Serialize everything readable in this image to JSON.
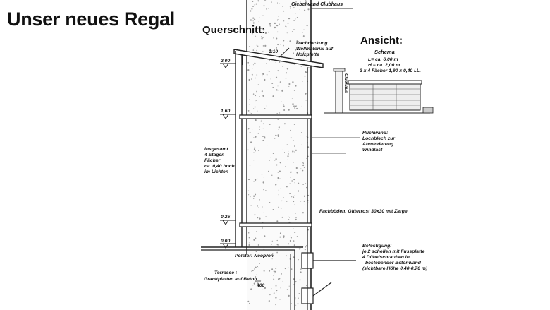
{
  "slide": {
    "title": "Unser neues Regal"
  },
  "section": {
    "cross_section": "Querschnitt:",
    "view": "Ansicht:"
  },
  "labels": {
    "gable_wall": "Giebelwand Clubhaus",
    "roof_1": "Dachdeckung",
    "roof_2": "Wellmaterial auf",
    "roof_3": "Holzpfette",
    "slope": "1:10",
    "schema_title": "Schema",
    "schema_1": "L= ca. 6,00 m",
    "schema_2": "H = ca. 2,00 m",
    "schema_3": "3 x 4 Fächer 1,90 x 0,40 i.L.",
    "clubhaus": "Clubhaus",
    "rear_1": "Rückwand:",
    "rear_2": "Lochblech zur",
    "rear_3": "Abminderung",
    "rear_4": "Windlast",
    "total_1": "insgesamt",
    "total_2": "4 Etagen",
    "total_3": "Fächer",
    "total_4": "ca. 0,40 hoch",
    "total_5": "im Lichten",
    "shelves": "Fachböden: Gitterrost 30x30 mit Zarge",
    "fix_1": "Befestigung:",
    "fix_2": "je 2 schellen mit Fussplatte",
    "fix_3": "4 Dübelschrauben  in",
    "fix_4": "bestehender  Betonwand",
    "fix_5": "(sichtbare Höhe 0,40-0,70 m)",
    "pad": "Polster: Neopren",
    "terrace_1": "Terrasse :",
    "terrace_2": "Granitplatten auf Beton",
    "dim_400": "400"
  },
  "levels": {
    "l200": "2,00",
    "l160": "1,60",
    "l025": "0,25",
    "l000": "0,00"
  }
}
